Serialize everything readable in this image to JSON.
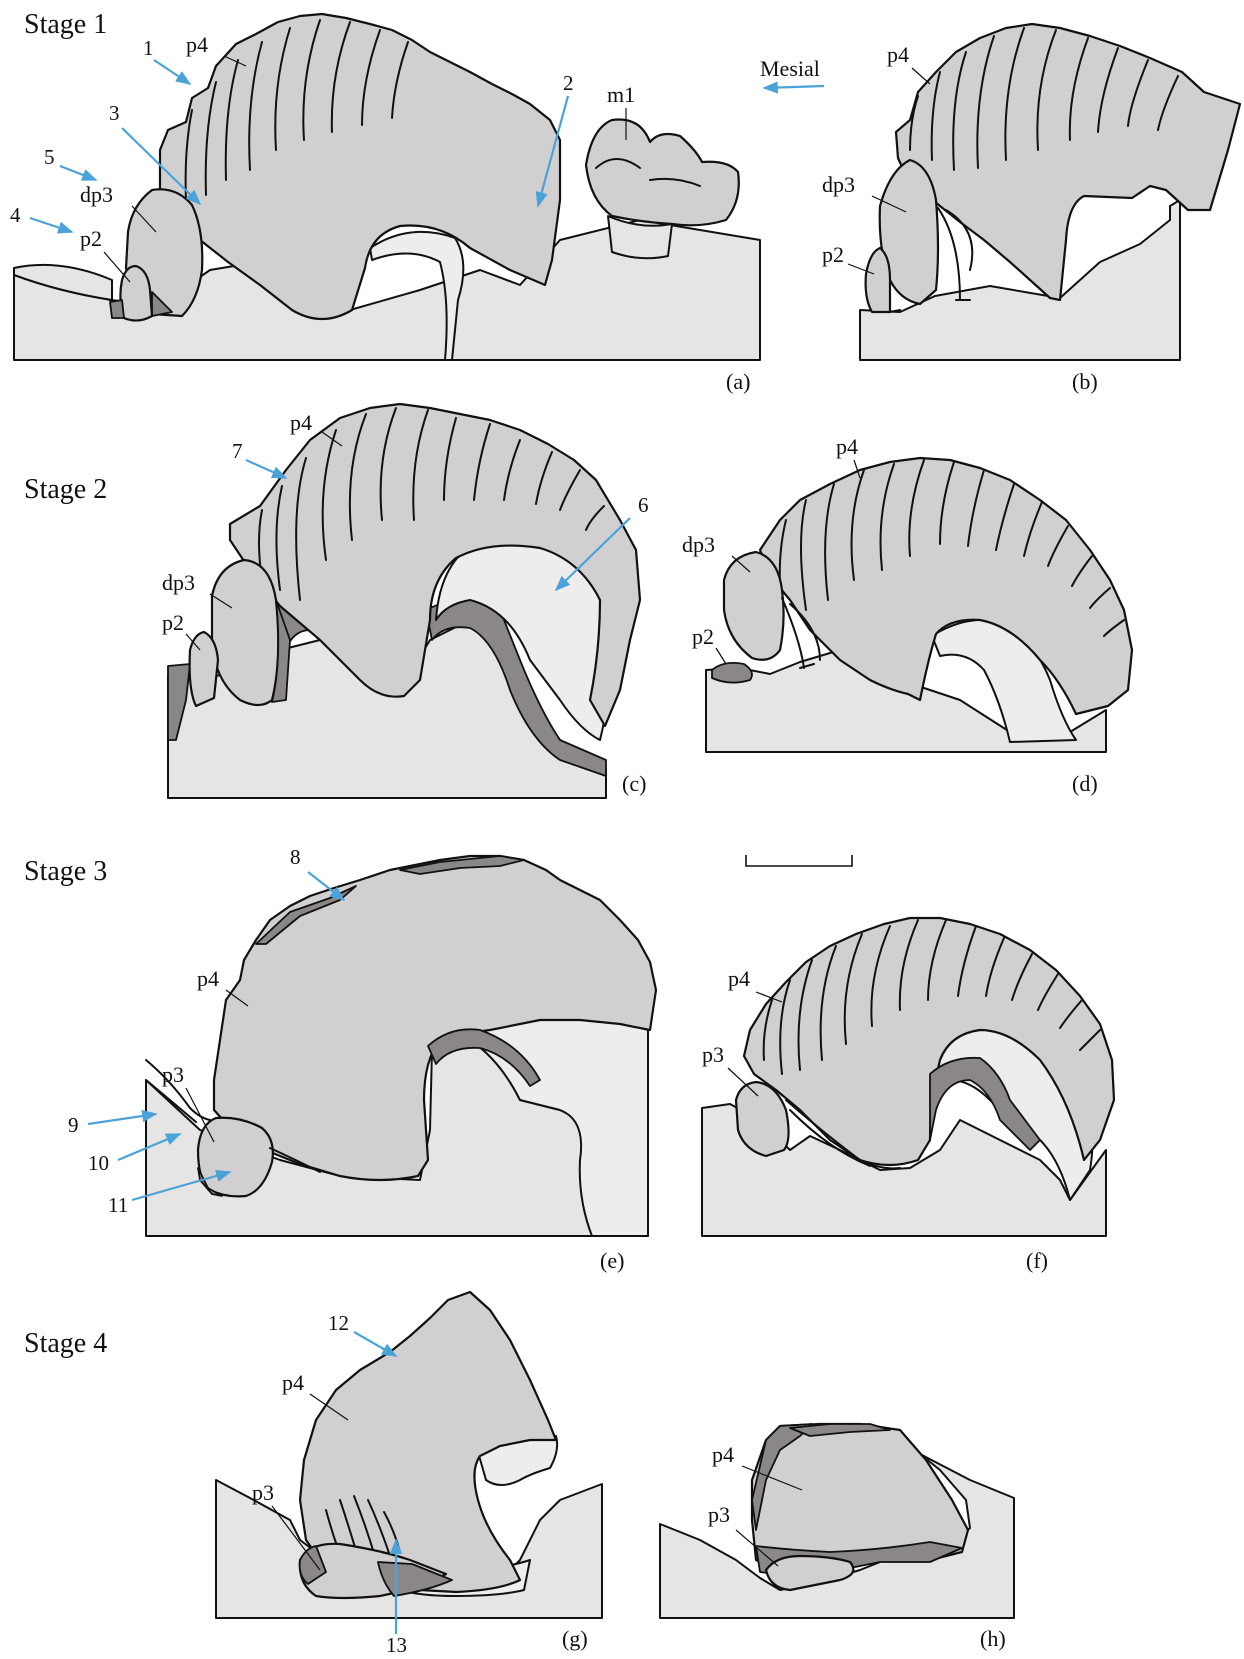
{
  "stages": {
    "stage1": "Stage 1",
    "stage2": "Stage 2",
    "stage3": "Stage 3",
    "stage4": "Stage 4"
  },
  "direction": {
    "label": "Mesial"
  },
  "panels": {
    "a": "(a)",
    "b": "(b)",
    "c": "(c)",
    "d": "(d)",
    "e": "(e)",
    "f": "(f)",
    "g": "(g)",
    "h": "(h)"
  },
  "teeth": {
    "p4": "p4",
    "p3": "p3",
    "p2": "p2",
    "dp3": "dp3",
    "m1": "m1"
  },
  "arrows": [
    "1",
    "2",
    "3",
    "4",
    "5",
    "6",
    "7",
    "8",
    "9",
    "10",
    "11",
    "12",
    "13"
  ],
  "colors": {
    "arrow": "#4aa3d8",
    "tooth": "#d1cfcf",
    "wear": "#8c8787",
    "bone": "#e7e4e4"
  }
}
